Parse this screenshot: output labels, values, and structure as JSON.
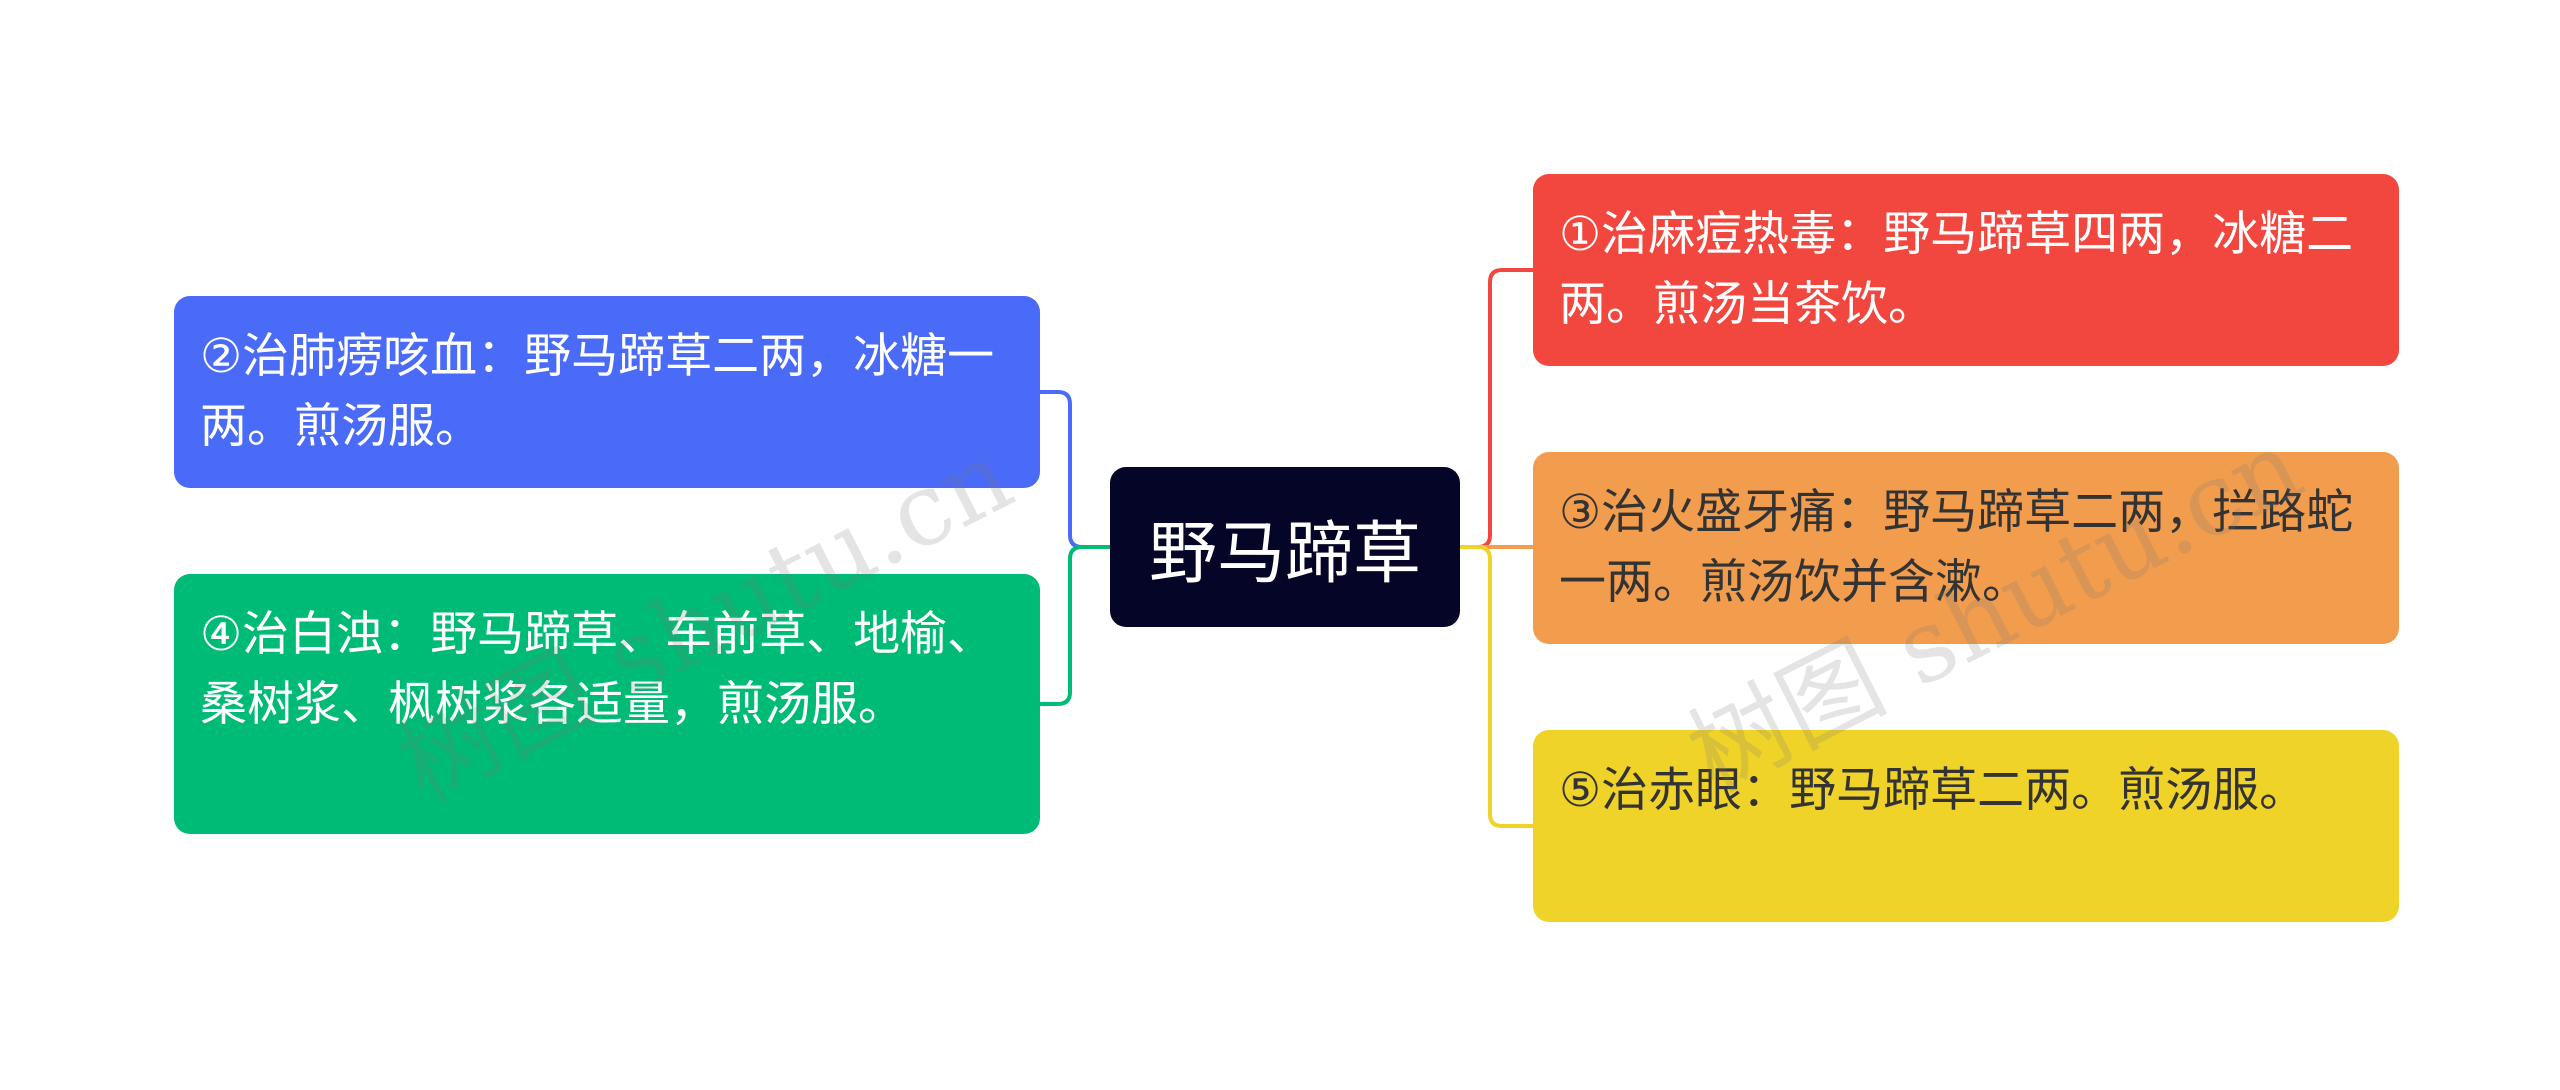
{
  "central": {
    "label": "野马蹄草"
  },
  "branches": [
    {
      "id": "n1",
      "text": "①治麻痘热毒：野马蹄草四两，冰糖二两。煎汤当茶饮。",
      "color": "#f2473f"
    },
    {
      "id": "n2",
      "text": "②治肺痨咳血：野马蹄草二两，冰糖一两。煎汤服。",
      "color": "#4a6bf8"
    },
    {
      "id": "n3",
      "text": "③治火盛牙痛：野马蹄草二两，拦路蛇一两。煎汤饮并含漱。",
      "color": "#f29d4e"
    },
    {
      "id": "n4",
      "text": "④治白浊：野马蹄草、车前草、地榆、桑树浆、枫树浆各适量，煎汤服。",
      "color": "#00bb75"
    },
    {
      "id": "n5",
      "text": "⑤治赤眼：野马蹄草二两。煎汤服。",
      "color": "#f0d328"
    }
  ],
  "watermark": "树图 shutu.cn"
}
